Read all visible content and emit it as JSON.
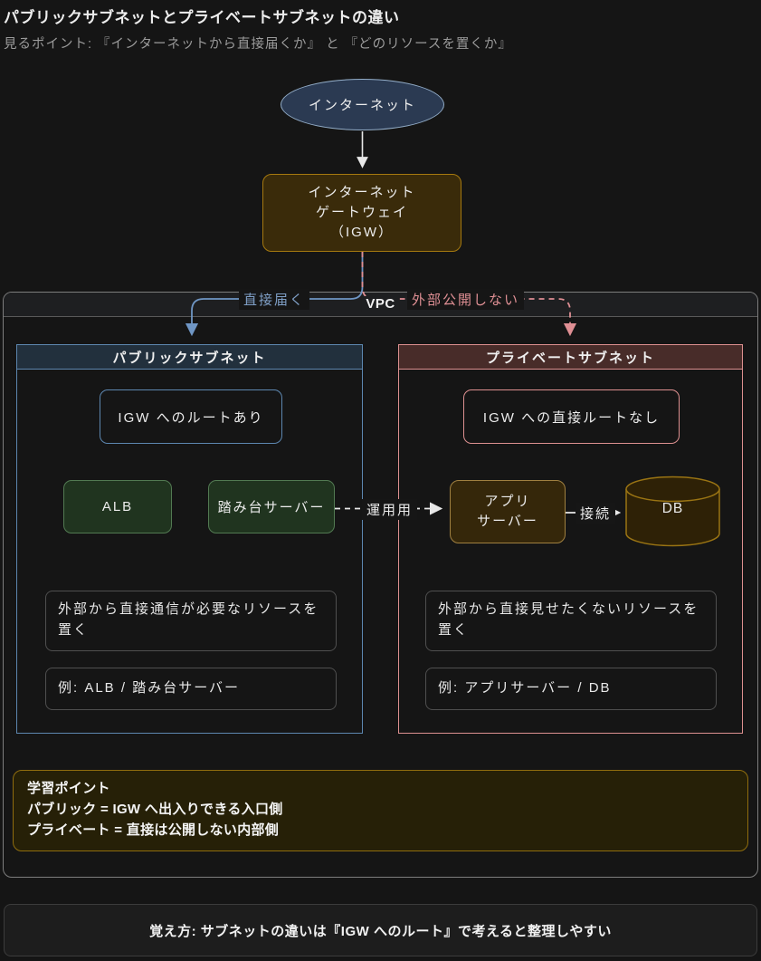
{
  "page": {
    "title": "パブリックサブネットとプライベートサブネットの違い",
    "subtitle": "見るポイント: 『インターネットから直接届くか』 と 『どのリソースを置くか』"
  },
  "flow": {
    "internet": "インターネット",
    "igw": "インターネット\nゲートウェイ\n（IGW）",
    "vpc_label": "VPC",
    "edges": {
      "direct": "直接届く",
      "no_public": "外部公開しない",
      "ops": "運用用",
      "connect": "接続"
    }
  },
  "public_subnet": {
    "title": "パブリックサブネット",
    "route": "IGW へのルートあり",
    "alb": "ALB",
    "bastion": "踏み台サーバー",
    "desc": "外部から直接通信が必要なリソースを置く",
    "example": "例: ALB / 踏み台サーバー"
  },
  "private_subnet": {
    "title": "プライベートサブネット",
    "route": "IGW への直接ルートなし",
    "app_server": "アプリ\nサーバー",
    "db": "DB",
    "desc": "外部から直接見せたくないリソースを置く",
    "example": "例: アプリサーバー / DB"
  },
  "learning": {
    "line1": "学習ポイント",
    "line2": "パブリック = IGW へ出入りできる入口側",
    "line3": "プライベート = 直接は公開しない内部側"
  },
  "memo": {
    "text": "覚え方: サブネットの違いは『IGW へのルート』で考えると整理しやすい"
  },
  "colors": {
    "background": "#151515",
    "internet_fill": "#2b3a52",
    "internet_border": "#93adc8",
    "igw_fill": "#3a2b0a",
    "igw_border": "#a5790f",
    "vpc_border": "#7d7d7d",
    "public_border": "#5d87b0",
    "public_header_fill": "#22303d",
    "private_border": "#dd9090",
    "private_header_fill": "#482c29",
    "green_fill": "#20341f",
    "green_border": "#527a52",
    "app_fill": "#35270a",
    "app_border": "#a08040",
    "db_fill": "#2e2106",
    "db_border": "#9a7413",
    "learning_fill": "#262007",
    "learning_border": "#8f6d0e",
    "arrow_blue": "#6f96c4",
    "arrow_pink": "#df8f94",
    "arrow_white": "#e8e8e8",
    "label_blue": "#7f9fc6",
    "label_pink": "#df8f94"
  }
}
